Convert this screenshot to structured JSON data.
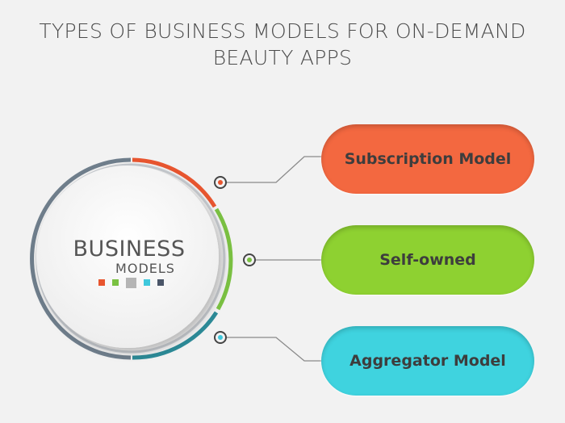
{
  "title": {
    "line1": "TYPES OF BUSINESS MODELS FOR ON-DEMAND",
    "line2": "BEAUTY APPS"
  },
  "center": {
    "line1": "BUSINESS",
    "line2": "MODELS",
    "squares": [
      "#e8552f",
      "#7ac142",
      "#b5b5b5",
      "#3fc8dc",
      "#4a5568"
    ]
  },
  "models": [
    {
      "label": "Subscription Model",
      "color": "#f36840"
    },
    {
      "label": "Self-owned",
      "color": "#8ed131"
    },
    {
      "label": "Aggregator Model",
      "color": "#3fd3df"
    }
  ]
}
